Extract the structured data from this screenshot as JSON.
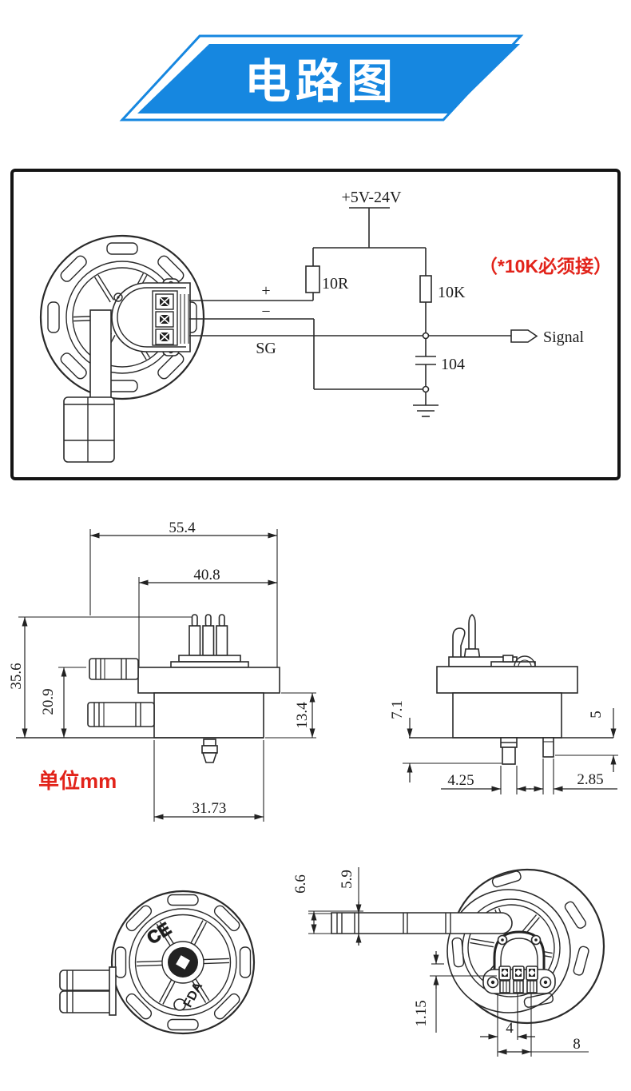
{
  "banner": {
    "title": "电路图",
    "accent_blue": "#1687e0"
  },
  "circuit": {
    "supply_label": "+5V-24V",
    "pullup_note": "（*10K必须接）",
    "note_color": "#e2231a",
    "resistor_r1": "10R",
    "resistor_r2": "10K",
    "capacitor": "104",
    "wire_plus": "+",
    "wire_minus": "−",
    "wire_sg": "SG",
    "output_label": "Signal"
  },
  "dimensions": {
    "unit_label": "单位mm",
    "overall_width": "55.4",
    "pin_span": "40.8",
    "overall_height": "35.6",
    "inlet_height": "20.9",
    "body_height": "13.4",
    "body_width": "31.73",
    "outlet_center_len": "7.1",
    "outlet_side_len": "5",
    "outlet_center_dia": "4.25",
    "outlet_side_dia": "2.85",
    "barb_outer_dia": "6.6",
    "barb_tube_dia": "5.9",
    "pin_offset": "1.15",
    "pin_pitch": "4",
    "pin_row_width": "8"
  },
  "marks": {
    "ce": "CE",
    "fda": "FDA"
  }
}
